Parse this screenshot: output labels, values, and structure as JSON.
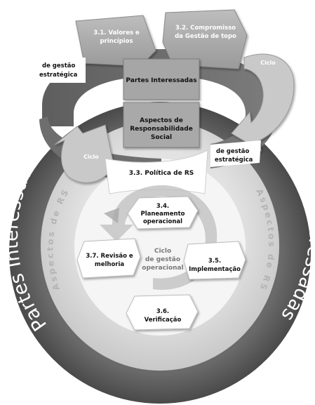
{
  "outer_ring": {
    "label_left": "Partes Interessadas",
    "label_right": "Partes Interessadas"
  },
  "inner_ring": {
    "label_left": "Aspectos de RS",
    "label_right": "Aspectos de RS"
  },
  "top_boxes": {
    "values": [
      "3.1. Valores e",
      "princípios"
    ],
    "commitment": [
      "3.2. Compromisso",
      "da Gestão de topo"
    ]
  },
  "center_boxes": {
    "stakeholders": "Partes Interessadas",
    "aspects": [
      "Aspectos de",
      "Responsabilidade",
      "Social"
    ]
  },
  "strategic_cycle": {
    "label_top": "Ciclo",
    "label_left": "Ciclo",
    "text_left": [
      "de gestão",
      "estratégica"
    ],
    "text_right": [
      "de gestão",
      "estratégica"
    ]
  },
  "policy": "3.3. Política de RS",
  "operational_cycle": {
    "center_label": [
      "Ciclo",
      "de gestão",
      "operacional"
    ],
    "planning": [
      "3.4.",
      "Planeamento",
      "operacional"
    ],
    "implementation": [
      "3.5.",
      "Implementação"
    ],
    "verification": [
      "3.6.",
      "Verificação"
    ],
    "review": [
      "3.7. Revisão e",
      "melhoria"
    ]
  },
  "colors": {
    "outer_ring": "#575757",
    "inner_ring": "#d6d6d6",
    "arrow_dark": "#6b6b6b",
    "arrow_light": "#c2c2c2",
    "box_gray": "#a8a8a8",
    "box_dark": "#8c8c8c"
  }
}
